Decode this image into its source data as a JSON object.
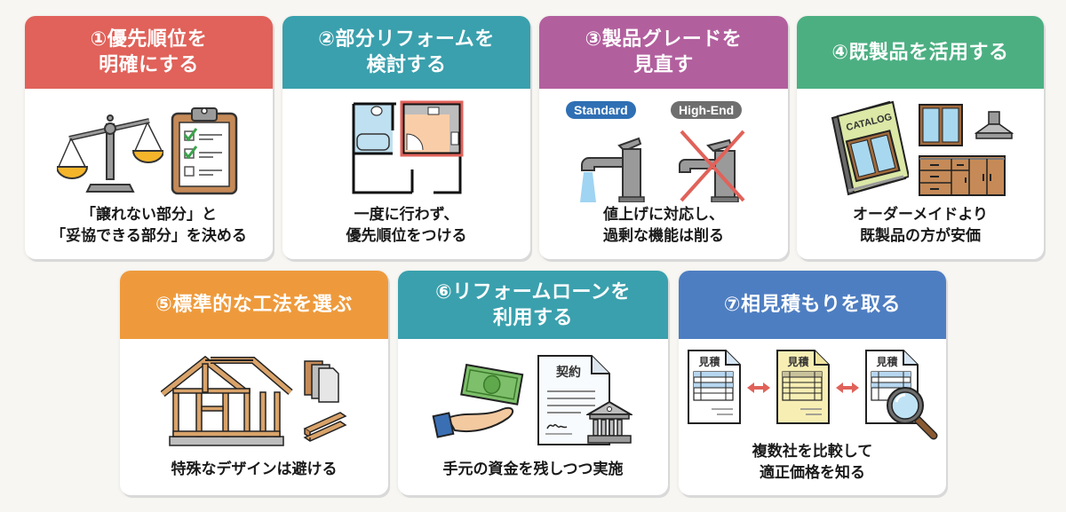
{
  "colors": {
    "background": "#f7f6f2",
    "card": "#ffffff",
    "header_1": "#e0625a",
    "header_2": "#3aa0ad",
    "header_3": "#b25f9e",
    "header_4": "#4caf82",
    "header_5": "#ee9a3c",
    "header_6": "#3aa0ad",
    "header_7": "#4e7ec2"
  },
  "cards": [
    {
      "number": "①",
      "title_lines": [
        "①優先順位を",
        "明確にする"
      ],
      "caption_lines": [
        "「譲れない部分」と",
        "「妥協できる部分」を決める"
      ],
      "icons": [
        "balance-scale-icon",
        "clipboard-checklist-icon"
      ]
    },
    {
      "number": "②",
      "title_lines": [
        "②部分リフォームを",
        "検討する"
      ],
      "caption_lines": [
        "一度に行わず、",
        "優先順位をつける"
      ],
      "icons": [
        "floor-plan-icon"
      ]
    },
    {
      "number": "③",
      "title_lines": [
        "③製品グレードを",
        "見直す"
      ],
      "labels": {
        "standard": "Standard",
        "high_end": "High-End"
      },
      "caption_lines": [
        "値上げに対応し、",
        "過剰な機能は削る"
      ],
      "icons": [
        "faucet-standard-icon",
        "faucet-high-end-crossed-icon"
      ]
    },
    {
      "number": "④",
      "title_lines": [
        "④既製品を活用する"
      ],
      "catalog_label": "CATALOG",
      "caption_lines": [
        "オーダーメイドより",
        "既製品の方が安価"
      ],
      "icons": [
        "catalog-book-icon",
        "window-icon",
        "range-hood-icon",
        "kitchen-cabinet-icon"
      ]
    },
    {
      "number": "⑤",
      "title_lines": [
        "⑤標準的な工法を選ぶ"
      ],
      "caption_lines": [
        "特殊なデザインは避ける"
      ],
      "icons": [
        "house-frame-icon",
        "material-sheets-icon",
        "lumber-icon"
      ]
    },
    {
      "number": "⑥",
      "title_lines": [
        "⑥リフォームローンを",
        "利用する"
      ],
      "contract_label": "契約",
      "caption_lines": [
        "手元の資金を残しつつ実施"
      ],
      "icons": [
        "money-hand-icon",
        "contract-document-icon",
        "bank-icon"
      ]
    },
    {
      "number": "⑦",
      "title_lines": [
        "⑦相見積もりを取る"
      ],
      "estimate_label": "見積",
      "caption_lines": [
        "複数社を比較して",
        "適正価格を知る"
      ],
      "icons": [
        "estimate-document-icon",
        "compare-arrow-icon",
        "magnifier-icon"
      ]
    }
  ]
}
